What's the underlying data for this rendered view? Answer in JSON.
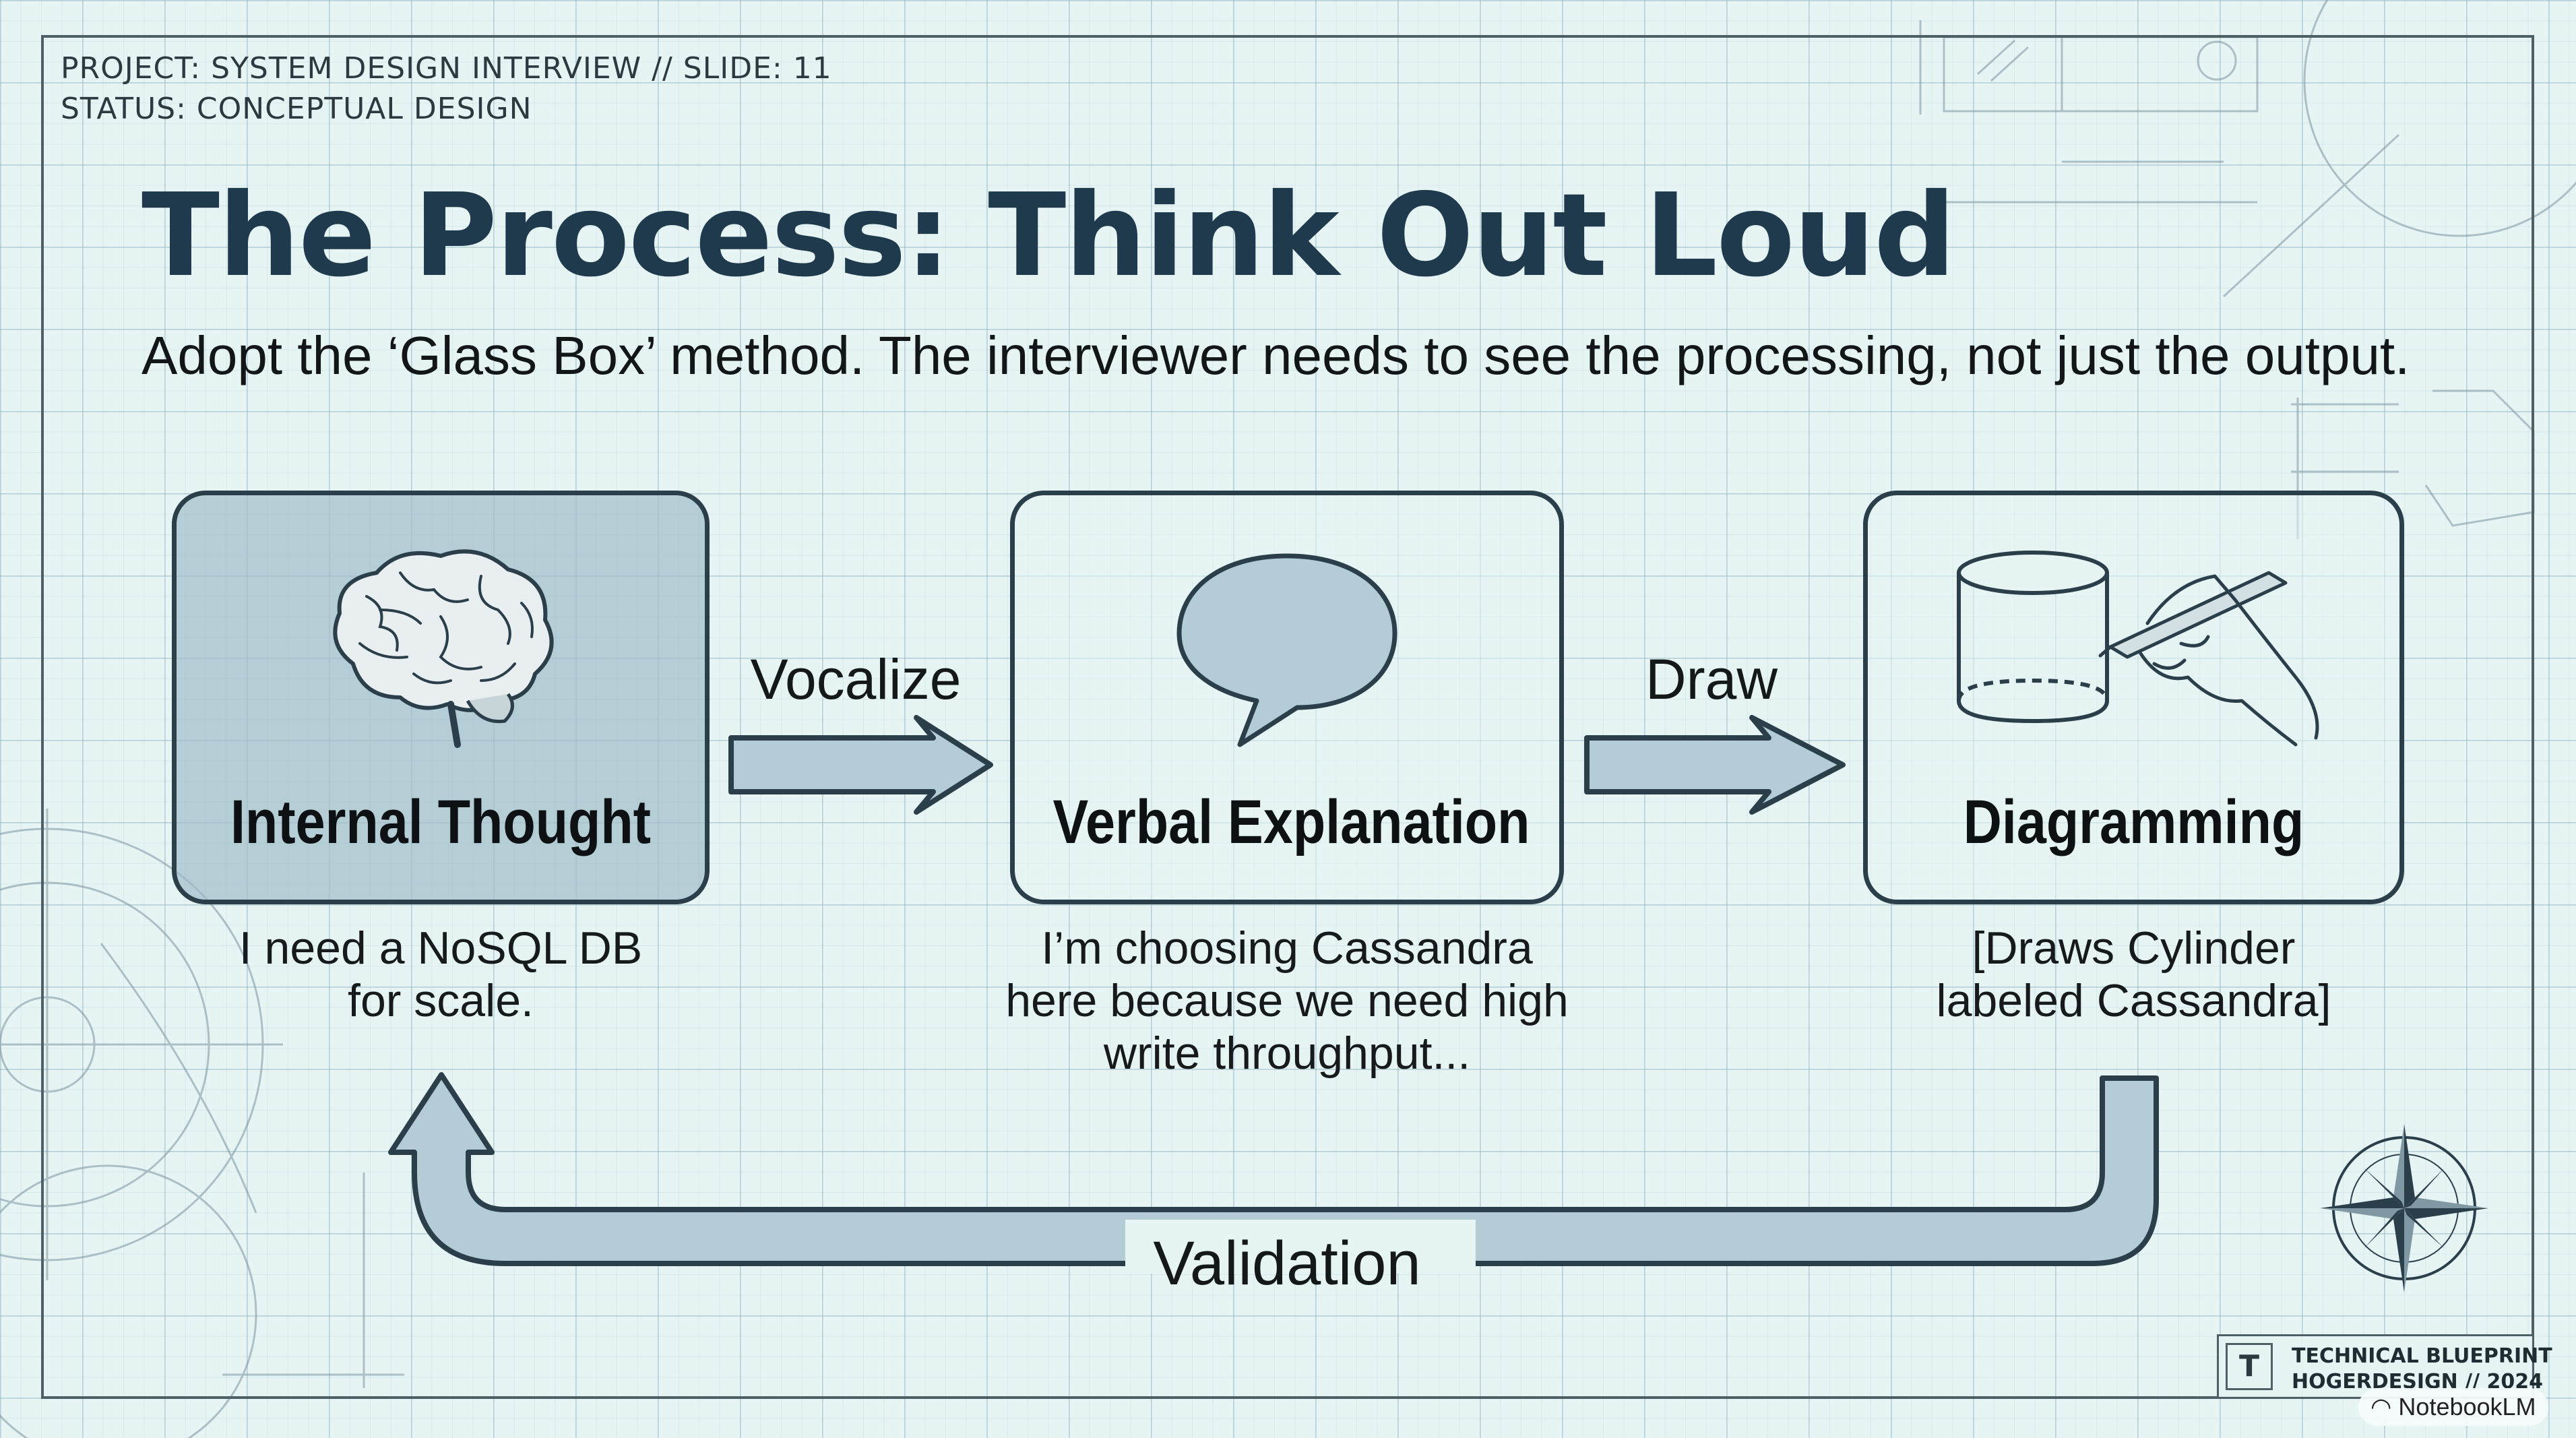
{
  "header": {
    "project_line": "PROJECT: SYSTEM DESIGN INTERVIEW // SLIDE: 11",
    "status_line": "STATUS: CONCEPTUAL DESIGN",
    "title": "The Process: Think Out Loud",
    "subtitle": "Adopt the ‘Glass Box’ method. The interviewer needs to see the processing, not just the output."
  },
  "steps": [
    {
      "title": "Internal Thought",
      "icon": "brain-icon",
      "note_lines": [
        "I need a NoSQL DB",
        "for scale."
      ]
    },
    {
      "title": "Verbal Explanation",
      "icon": "speech-bubble-icon",
      "note_lines": [
        "I’m choosing Cassandra",
        "here because we need high",
        "write throughput..."
      ]
    },
    {
      "title": "Diagramming",
      "icon": "hand-drawing-cylinder-icon",
      "note_lines": [
        "[Draws Cylinder",
        "labeled Cassandra]"
      ]
    }
  ],
  "transitions": {
    "vocalize": "Vocalize",
    "draw": "Draw",
    "validation": "Validation"
  },
  "stamp": {
    "line1": "TECHNICAL BLUEPRINT",
    "line2": "HOGERDESIGN // 2024",
    "logo": "T"
  },
  "badge": {
    "label": "NotebookLM",
    "icon": "notebooklm-icon"
  },
  "decor": {
    "compass": "compass-rose-icon"
  },
  "colors": {
    "background": "#e6f4f4",
    "ink": "#2b3f4b",
    "title": "#1e3a4c",
    "arrow_fill": "#b4ccd6",
    "highlight_card": "#a0bcc8"
  }
}
